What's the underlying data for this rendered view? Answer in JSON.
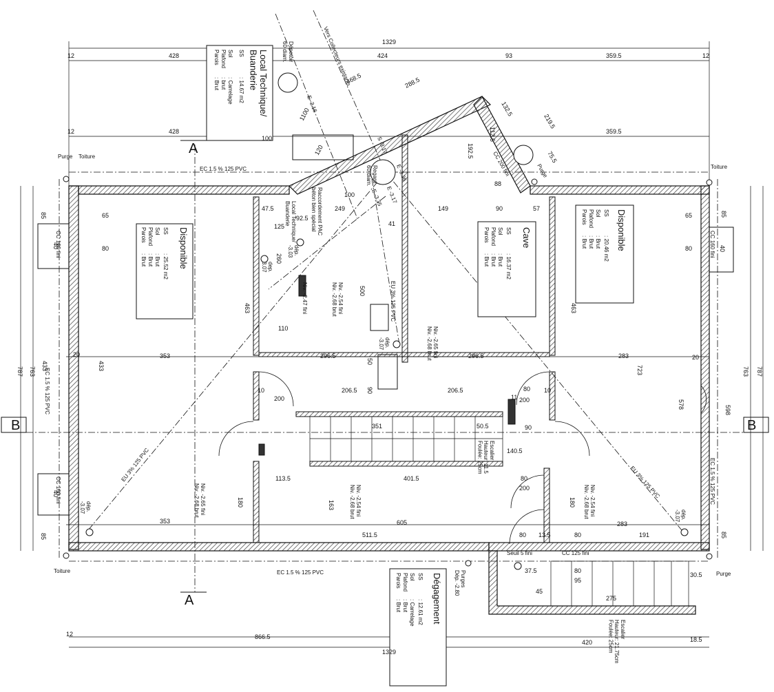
{
  "colors": {
    "ink": "#111111",
    "hatch": "#555555",
    "paper": "#ffffff"
  },
  "rooms": [
    {
      "id": "disponible-west",
      "title": "Disponible",
      "rows": [
        [
          "SS",
          ": 25.52 m2"
        ],
        [
          "Sol",
          ": Brut"
        ],
        [
          "Plafond",
          ": Brut"
        ],
        [
          "Parois",
          ": Brut"
        ]
      ]
    },
    {
      "id": "local-technique",
      "title": "Local Technique/\nBuanderie",
      "rows": [
        [
          "SS",
          ": 14.67 m2"
        ],
        [
          "Sol",
          ": Carrelage"
        ],
        [
          "Plafond",
          ": brut"
        ],
        [
          "Parois",
          ": Brut"
        ]
      ]
    },
    {
      "id": "cave",
      "title": "Cave",
      "rows": [
        [
          "SS",
          ": 16.37 m2"
        ],
        [
          "Sol",
          ": Brut"
        ],
        [
          "Plafond",
          ": Brut"
        ],
        [
          "Parois",
          ": Brut"
        ]
      ]
    },
    {
      "id": "disponible-east",
      "title": "Disponible",
      "rows": [
        [
          "SS",
          ": 20.46 m2"
        ],
        [
          "Sol",
          ": Brut"
        ],
        [
          "Plafond",
          ": Brut"
        ],
        [
          "Parois",
          ": Brut"
        ]
      ]
    },
    {
      "id": "degagement",
      "title": "Dégagement",
      "rows": [
        [
          "SS",
          ": 12.61 m2"
        ],
        [
          "Sol",
          ": Carrelage"
        ],
        [
          "Plafond",
          ": Brut"
        ],
        [
          "Parois",
          ": Brut"
        ]
      ]
    }
  ],
  "section_markers": {
    "a_top": "A",
    "a_bottom": "A",
    "b_left": "B",
    "b_right": "B"
  },
  "dimensions": {
    "total_top": "1329",
    "total_bottom": "1329",
    "top_left": "428",
    "top_mid": "424",
    "top_93": "93",
    "top_right": "359.5",
    "mid_left": "428",
    "mid_right": "359.5",
    "diag_468": "468.5",
    "diag_288": "288.5",
    "d_132": "132.5",
    "d_219": "219.5",
    "d_192": "192.5",
    "d_112": "112.5",
    "d_75": "75.5",
    "d_88": "88",
    "d_100a": "100",
    "d_100b": "100",
    "d_120": "120",
    "d_1100": "1100",
    "d_88b": "88",
    "h_149": "149",
    "h_90": "90",
    "h_57": "57",
    "h_41": "41",
    "h_47": "47.5",
    "h_125": "125",
    "h_92": "92.5",
    "h_249": "249",
    "h_65": "65",
    "h_65b": "65",
    "h_80a": "80",
    "h_80b": "80",
    "v_463a": "463",
    "v_463b": "463",
    "v_500": "500",
    "v_260": "260",
    "h_110": "110",
    "row_353": "353",
    "row_296a": "296.5",
    "row_296b": "296.5",
    "row_283": "283",
    "row_12a": "12",
    "row_12b": "12",
    "row_12c": "12",
    "row_20a": "20",
    "row_20b": "20",
    "v_787a": "787",
    "v_763a": "763",
    "v_433a": "433",
    "v_433b": "433",
    "v_787b": "787",
    "v_763b": "763",
    "v_723": "723",
    "v_598": "598",
    "v_578": "578",
    "d_206a": "206.5",
    "d_206b": "206.5",
    "d_90a": "90",
    "d_90b": "90",
    "d_50": "50",
    "d_10a": "10",
    "d_10b": "10",
    "d_200a": "200",
    "d_200b": "200",
    "d_80c": "80",
    "d_351": "351",
    "d_50b": "50.5",
    "d_140": "140.5",
    "d_11": "11",
    "d_113": "113.5",
    "d_401": "401.5",
    "d_80d": "80",
    "d_200c": "200",
    "d_180a": "180",
    "d_180b": "180",
    "d_163": "163",
    "row_353b": "353",
    "row_605": "605",
    "row_283b": "283",
    "row_511": "511.5",
    "d_80e": "80",
    "d_13": "13.5",
    "d_80f": "80",
    "d_191": "191",
    "d_85a": "85",
    "d_85b": "85",
    "d_85c": "85",
    "d_85d": "85",
    "d_40a": "40",
    "d_40b": "40",
    "d_40c": "40",
    "d_37": "37.5",
    "d_80g": "80",
    "d_95": "95",
    "d_45": "45",
    "d_275": "275",
    "d_420": "420",
    "d_18": "18.5",
    "d_30": "30.5",
    "d_866": "866.5",
    "d_12z": "12"
  },
  "annotations": {
    "ec_top": "EC 1.5 % 125 PVC",
    "ec_bottom": "EC 1.5 % 125 PVC",
    "ec_left": "EC 1.5 % 125 PVC",
    "ec_right": "EC 1.5 % 125 PVC",
    "eu_center": "EU 3% 125 PVC",
    "eu_left": "EU 3% 125 PVC",
    "eu_right": "EU 3% 125 PVC",
    "vers_collecteurs": "Vers Collecteurs existants",
    "regard": "Regard\n60 diam.",
    "depotoir": "Dépotoir\n60 diam.",
    "e316": "E -3.16",
    "s317": "S -3.17",
    "e336": "E -3.36",
    "e317": "E -3.17",
    "e335": "E -3.35",
    "raccordement": "Raccordement PAC\nbéton bien spécial",
    "local_tech_small": "Local Technique/\nBuanderie",
    "niv_247": "Niv. -2.47 fini",
    "niv_254a": "Niv. -2.54 fini\nNiv. -2.68 brut",
    "niv_265a": "Niv. -2.65 fini\nNiv. -2.68 brut",
    "niv_265b": "Niv. -2.65 fini\nNiv. -2.68 brut",
    "niv_254b": "Niv. -2.54 fini\nNiv. -2.68 brut",
    "niv_254c": "Niv. -2.54 fini\nNiv. -2.68 brut",
    "dep_307": "dep.\n3.07",
    "dep_303": "dép.\n-3.03",
    "dep_307b": "dép.\n-3.07",
    "dep_307c": "dép.\n-3.07",
    "dep_307d": "dép.\n-3.07",
    "cc160_top": "CC 160 fini",
    "cc160_right": "CC 160 fini",
    "cc160_left": "CC 160 fini",
    "cc125": "CC 125 fini",
    "seuil": "Seuil 5 fini",
    "purge_tl": "Purge",
    "toiture_tl": "Toiture",
    "toiture_tr": "Toiture",
    "purge_bl": "Purge",
    "toiture_bl": "Toiture",
    "purge_br": "Purge",
    "purge_mid": "Purge",
    "purges_dep": "Purges\nDép. -2.80",
    "escalier_small": "Escalier\nHauteur: 11.5\nFoulée: 25cm",
    "escalier": "Escalier\nHauteur: 21.75cm\nFoulée: 25cm",
    "cc200": "CC 200 fini"
  }
}
